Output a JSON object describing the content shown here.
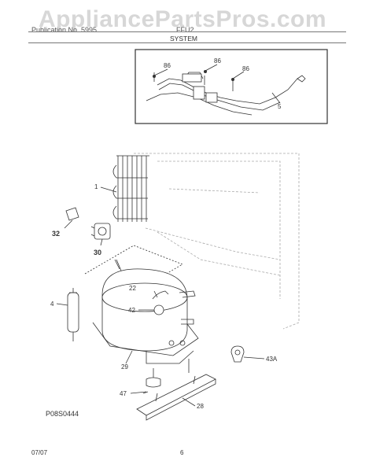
{
  "watermark": "AppliancePartsPros.com",
  "header": {
    "publication": "Publication No. 5995",
    "model": "FFU2",
    "section": "SYSTEM"
  },
  "callouts": {
    "p1": "1",
    "p4": "4",
    "p5": "5",
    "p22": "22",
    "p28": "28",
    "p29": "29",
    "p30": "30",
    "p32": "32",
    "p42": "42",
    "p43a": "43A",
    "p47": "47",
    "p86a": "86",
    "p86b": "86",
    "p86c": "86"
  },
  "diagram_code": "P08S0444",
  "footer": {
    "date": "07/07",
    "page": "6"
  }
}
